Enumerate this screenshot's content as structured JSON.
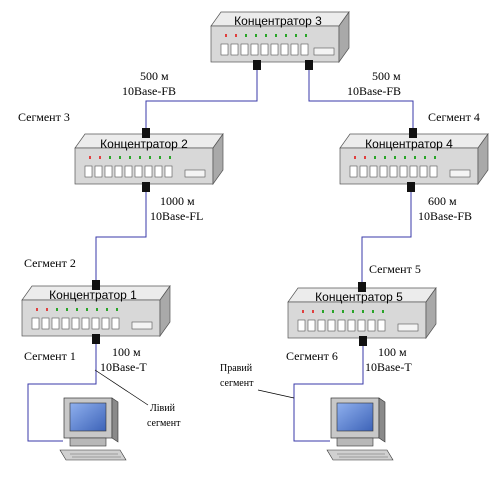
{
  "hubs": [
    {
      "id": "hub3",
      "name": "Концентратор 3"
    },
    {
      "id": "hub2",
      "name": "Концентратор 2"
    },
    {
      "id": "hub4",
      "name": "Концентратор 4"
    },
    {
      "id": "hub1",
      "name": "Концентратор 1"
    },
    {
      "id": "hub5",
      "name": "Концентратор 5"
    }
  ],
  "links": {
    "hub3_hub2": {
      "length": "500 м",
      "standard": "10Base-FB"
    },
    "hub3_hub4": {
      "length": "500 м",
      "standard": "10Base-FB"
    },
    "hub2_hub1": {
      "length": "1000 м",
      "standard": "10Base-FL"
    },
    "hub4_hub5": {
      "length": "600 м",
      "standard": "10Base-FB"
    },
    "hub1_pc": {
      "length": "100 м",
      "standard": "10Base-T"
    },
    "hub5_pc": {
      "length": "100 м",
      "standard": "10Base-T"
    }
  },
  "segments": {
    "s1": "Сегмент 1",
    "s2": "Сегмент 2",
    "s3": "Сегмент 3",
    "s4": "Сегмент 4",
    "s5": "Сегмент 5",
    "s6": "Сегмент 6"
  },
  "annotations": {
    "left_1": "Лівий",
    "left_2": "сегмент",
    "right_1": "Правий",
    "right_2": "сегмент"
  },
  "colors": {
    "cable": "#3a3aa8",
    "hub_body": "#d8d8d8",
    "hub_top": "#ececec",
    "hub_side": "#a9a9a9",
    "led_red": "#e04040",
    "led_green": "#2aa52a",
    "screen": "#6a8fd6"
  }
}
